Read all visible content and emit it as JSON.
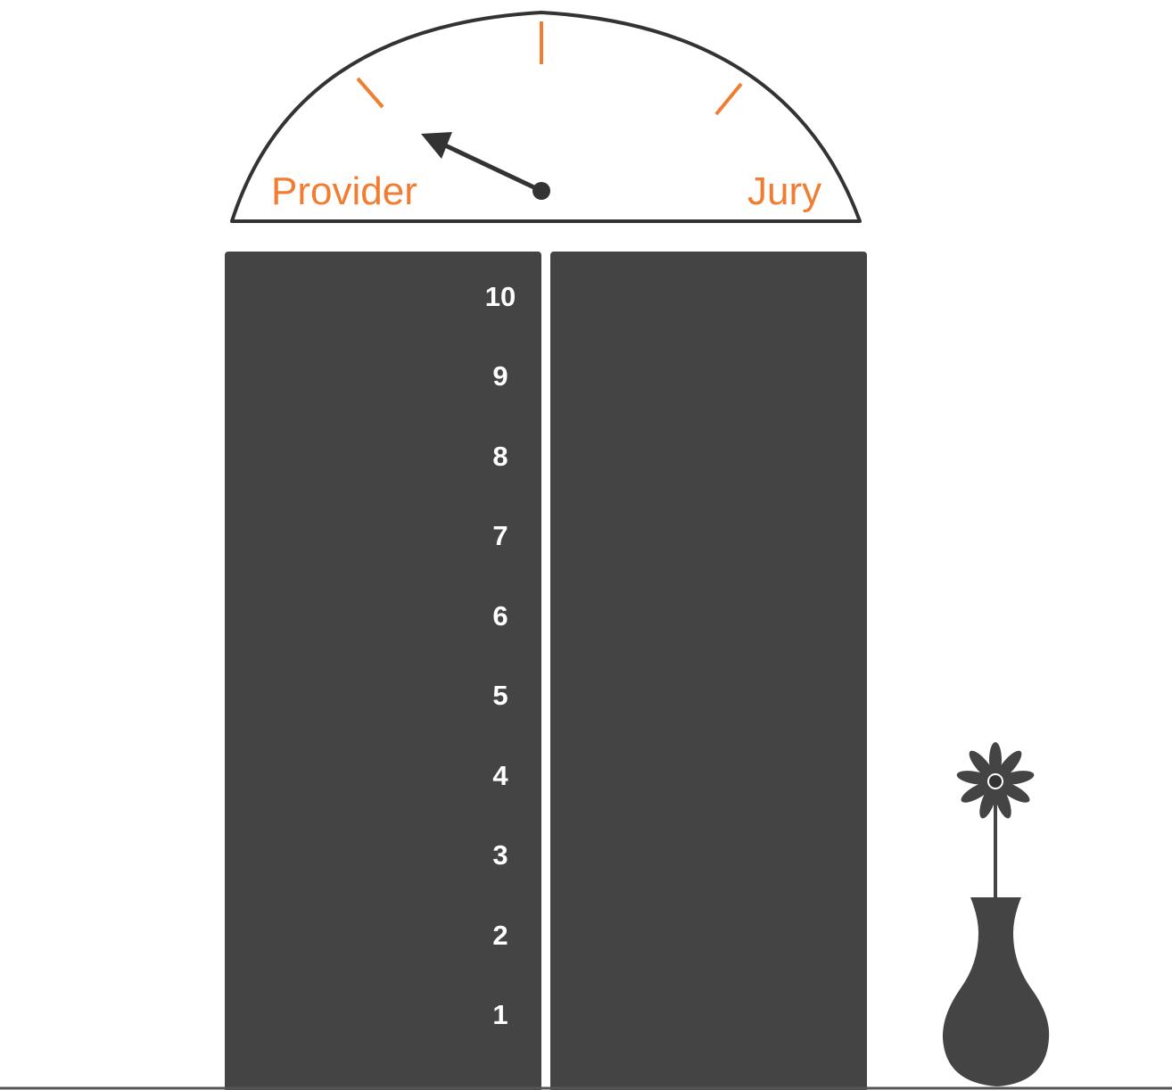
{
  "colors": {
    "accent": "#f07d32",
    "dark": "#444444",
    "outline": "#333333",
    "background": "#ffffff",
    "number_text": "#ffffff"
  },
  "gauge": {
    "left_label": "Provider",
    "right_label": "Jury",
    "tick_count": 3,
    "needle_direction": "pointing toward Provider"
  },
  "elevator": {
    "floors": [
      "10",
      "9",
      "8",
      "7",
      "6",
      "5",
      "4",
      "3",
      "2",
      "1"
    ],
    "door_count": 2
  },
  "decor": {
    "icons": [
      "flower-icon",
      "vase-icon"
    ]
  }
}
